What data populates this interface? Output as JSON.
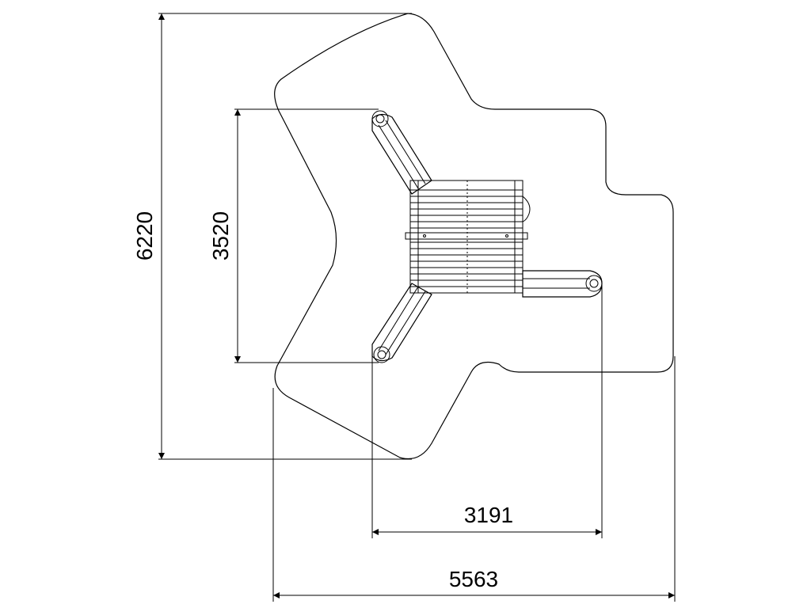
{
  "drawing": {
    "dimensions": {
      "overall_height": "6220",
      "inner_height": "3520",
      "inner_width": "3191",
      "overall_width": "5563"
    },
    "colors": {
      "line": "#000000",
      "background": "#ffffff"
    }
  }
}
